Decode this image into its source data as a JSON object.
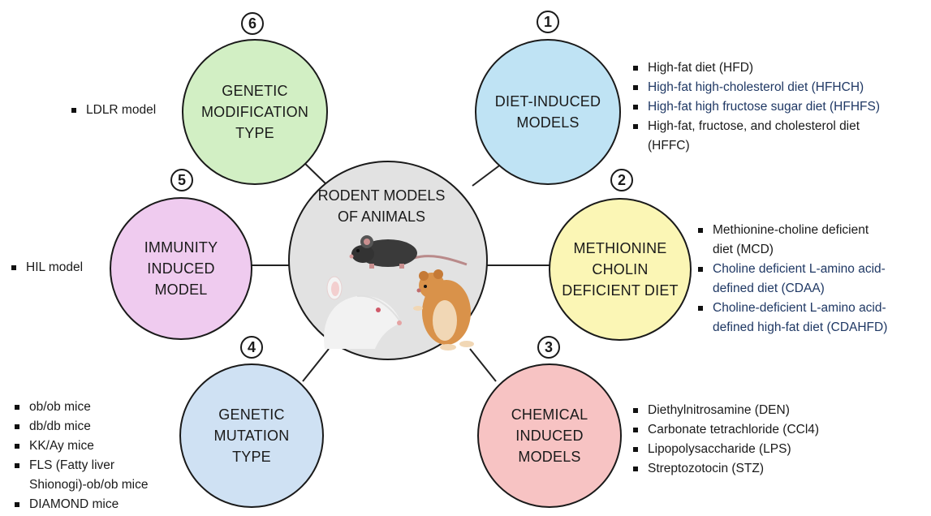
{
  "center": {
    "title_line1": "RODENT MODELS",
    "title_line2": "OF ANIMALS"
  },
  "colors": {
    "diet": "#bfe3f4",
    "methionine": "#fbf6b5",
    "chemical": "#f7c3c3",
    "mutation": "#cfe1f3",
    "immunity": "#efcbef",
    "modification": "#d2efc4",
    "center": "#e2e2e2",
    "navy_text": "#1f3864"
  },
  "nodes": [
    {
      "number": "1",
      "lines": [
        "DIET-INDUCED",
        "MODELS"
      ]
    },
    {
      "number": "2",
      "lines": [
        "METHIONINE",
        "CHOLIN",
        "DEFICIENT DIET"
      ]
    },
    {
      "number": "3",
      "lines": [
        "CHEMICAL",
        "INDUCED",
        "MODELS"
      ]
    },
    {
      "number": "4",
      "lines": [
        "GENETIC",
        "MUTATION",
        "TYPE"
      ]
    },
    {
      "number": "5",
      "lines": [
        "IMMUNITY",
        "INDUCED",
        "MODEL"
      ]
    },
    {
      "number": "6",
      "lines": [
        "GENETIC",
        "MODIFICATION",
        "TYPE"
      ]
    }
  ],
  "lists": {
    "diet": [
      "High-fat diet (HFD)",
      "High-fat high-cholesterol diet (HFHCH)",
      "High-fat high fructose sugar diet (HFHFS)",
      "High-fat, fructose, and cholesterol diet",
      "(HFFC)"
    ],
    "methionine": [
      "Methionine-choline deficient",
      "diet (MCD)",
      "Choline deficient L-amino acid-",
      "defined diet (CDAA)",
      "Choline-deficient L-amino acid-",
      "defined high-fat diet (CDAHFD)"
    ],
    "chemical": [
      "Diethylnitrosamine (DEN)",
      "Carbonate tetrachloride (CCl4)",
      "Lipopolysaccharide (LPS)",
      "Streptozotocin (STZ)"
    ],
    "mutation": [
      "ob/ob mice",
      "db/db mice",
      "KK/Ay mice",
      "FLS (Fatty liver",
      "Shionogi)-ob/ob mice",
      "DIAMOND mice"
    ],
    "immunity": [
      "HIL model"
    ],
    "modification": [
      "LDLR model"
    ]
  },
  "icons": [
    "black-mouse-icon",
    "white-rat-icon",
    "hamster-icon"
  ]
}
